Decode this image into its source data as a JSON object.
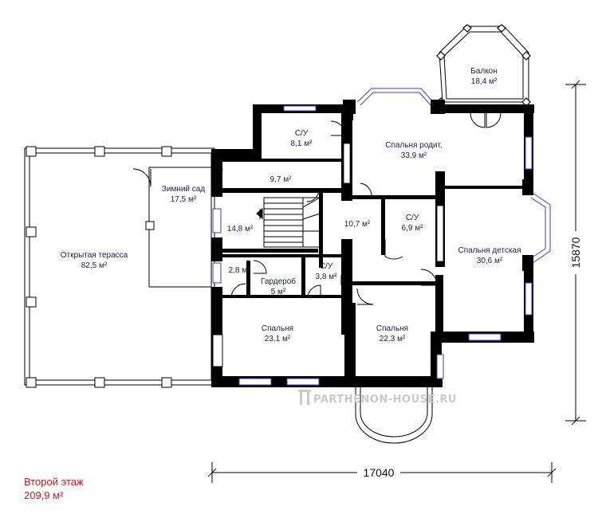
{
  "rooms": {
    "balcony": {
      "name": "Балкон",
      "area": "18,4 м²"
    },
    "bathroom1": {
      "name": "С/У",
      "area": "8,1 м²"
    },
    "master_bedroom": {
      "name": "Спальня родит.",
      "area": "33,9 м²"
    },
    "winter_garden": {
      "name": "Зимний сад",
      "area": "17,5 м²"
    },
    "hall_top": {
      "area": "9,7 м²"
    },
    "stairs": {
      "area": "14,8 м²"
    },
    "corridor": {
      "area": "10,7 м²"
    },
    "bathroom2": {
      "name": "С/У",
      "area": "6,9 м²"
    },
    "kids_bedroom": {
      "name": "Спальня детская",
      "area": "30,6 м²"
    },
    "terrace": {
      "name": "Открытая терасса",
      "area": "82,5 м²"
    },
    "closet_small": {
      "area": "2,8 м²"
    },
    "wardrobe": {
      "name": "Гардероб",
      "area": "5 м²"
    },
    "bathroom3": {
      "name": "С/У",
      "area": "3,8 м²"
    },
    "bedroom1": {
      "name": "Спальня",
      "area": "23,1 м²"
    },
    "bedroom2": {
      "name": "Спальня",
      "area": "22,3 м²"
    }
  },
  "dimensions": {
    "width": "17040",
    "height": "15870"
  },
  "watermark": "PARTHENON-HOUSE.RU",
  "floor": {
    "title": "Второй этаж",
    "area": "209,9 м²"
  },
  "colors": {
    "wall": "#000000",
    "window": "#3b3bd6",
    "label": "#1a1f4d",
    "caption": "#d8141b"
  }
}
